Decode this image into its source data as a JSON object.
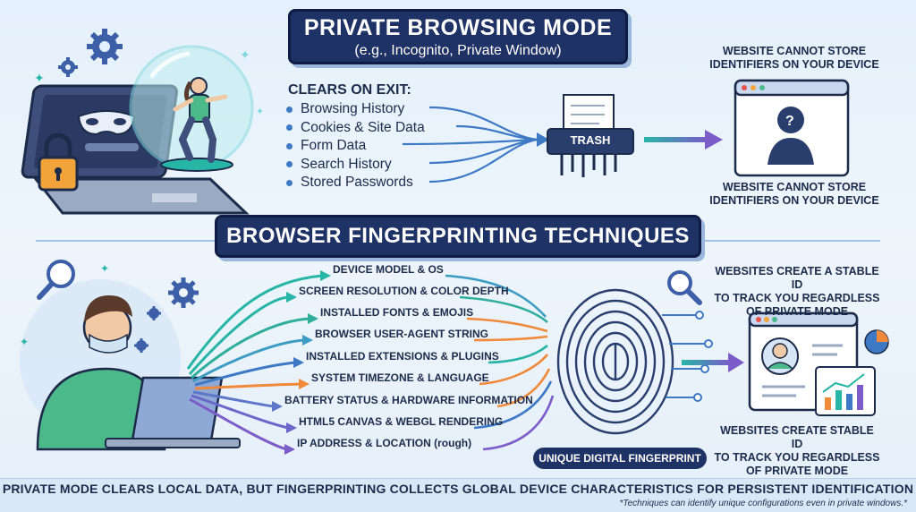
{
  "top": {
    "title": "PRIVATE BROWSING MODE",
    "subtitle": "(e.g., Incognito, Private Window)",
    "clears_heading": "CLEARS ON EXIT:",
    "clears_items": [
      "Browsing History",
      "Cookies & Site Data",
      "Form Data",
      "Search History",
      "Stored Passwords"
    ],
    "trash_label": "TRASH",
    "caption_top_l1": "WEBSITE CANNOT STORE",
    "caption_top_l2": "IDENTIFIERS ON YOUR DEVICE",
    "caption_bottom_l1": "WEBSITE CANNOT STORE",
    "caption_bottom_l2": "IDENTIFIERS ON YOUR DEVICE"
  },
  "bottom": {
    "title": "BROWSER FINGERPRINTING TECHNIQUES",
    "techniques": [
      "DEVICE MODEL & OS",
      "SCREEN RESOLUTION & COLOR DEPTH",
      "INSTALLED FONTS & EMOJIS",
      "BROWSER USER-AGENT STRING",
      "INSTALLED EXTENSIONS & PLUGINS",
      "SYSTEM TIMEZONE & LANGUAGE",
      "BATTERY STATUS & HARDWARE INFORMATION",
      "HTML5 CANVAS & WEBGL RENDERING",
      "IP ADDRESS & LOCATION (rough)"
    ],
    "fingerprint_label": "UNIQUE DIGITAL FINGERPRINT",
    "caption_top_l1": "WEBSITES CREATE A STABLE ID",
    "caption_top_l2": "TO TRACK YOU REGARDLESS",
    "caption_top_l3": "OF PRIVATE MODE",
    "caption_bottom_l1": "WEBSITES CREATE STABLE ID",
    "caption_bottom_l2": "TO TRACK YOU REGARDLESS",
    "caption_bottom_l3": "OF PRIVATE MODE"
  },
  "footer": {
    "main": "PRIVATE MODE CLEARS LOCAL DATA, BUT FINGERPRINTING COLLECTS GLOBAL DEVICE CHARACTERISTICS FOR PERSISTENT IDENTIFICATION",
    "note": "*Techniques can identify unique configurations even in private windows.*"
  },
  "icons": [
    "gear-icon",
    "mask-icon",
    "lock-icon",
    "bubble-icon",
    "trash-shredder-icon",
    "arrow-right-icon",
    "browser-window-icon",
    "person-silhouette-icon",
    "magnifier-icon",
    "fingerprint-icon",
    "profile-dashboard-icon",
    "pie-chart-icon"
  ],
  "colors": {
    "navy": "#1f3266",
    "accent": "#3d79c4",
    "teal": "#27b5a6",
    "orange": "#f08a3a",
    "purple": "#7b5cc9"
  }
}
